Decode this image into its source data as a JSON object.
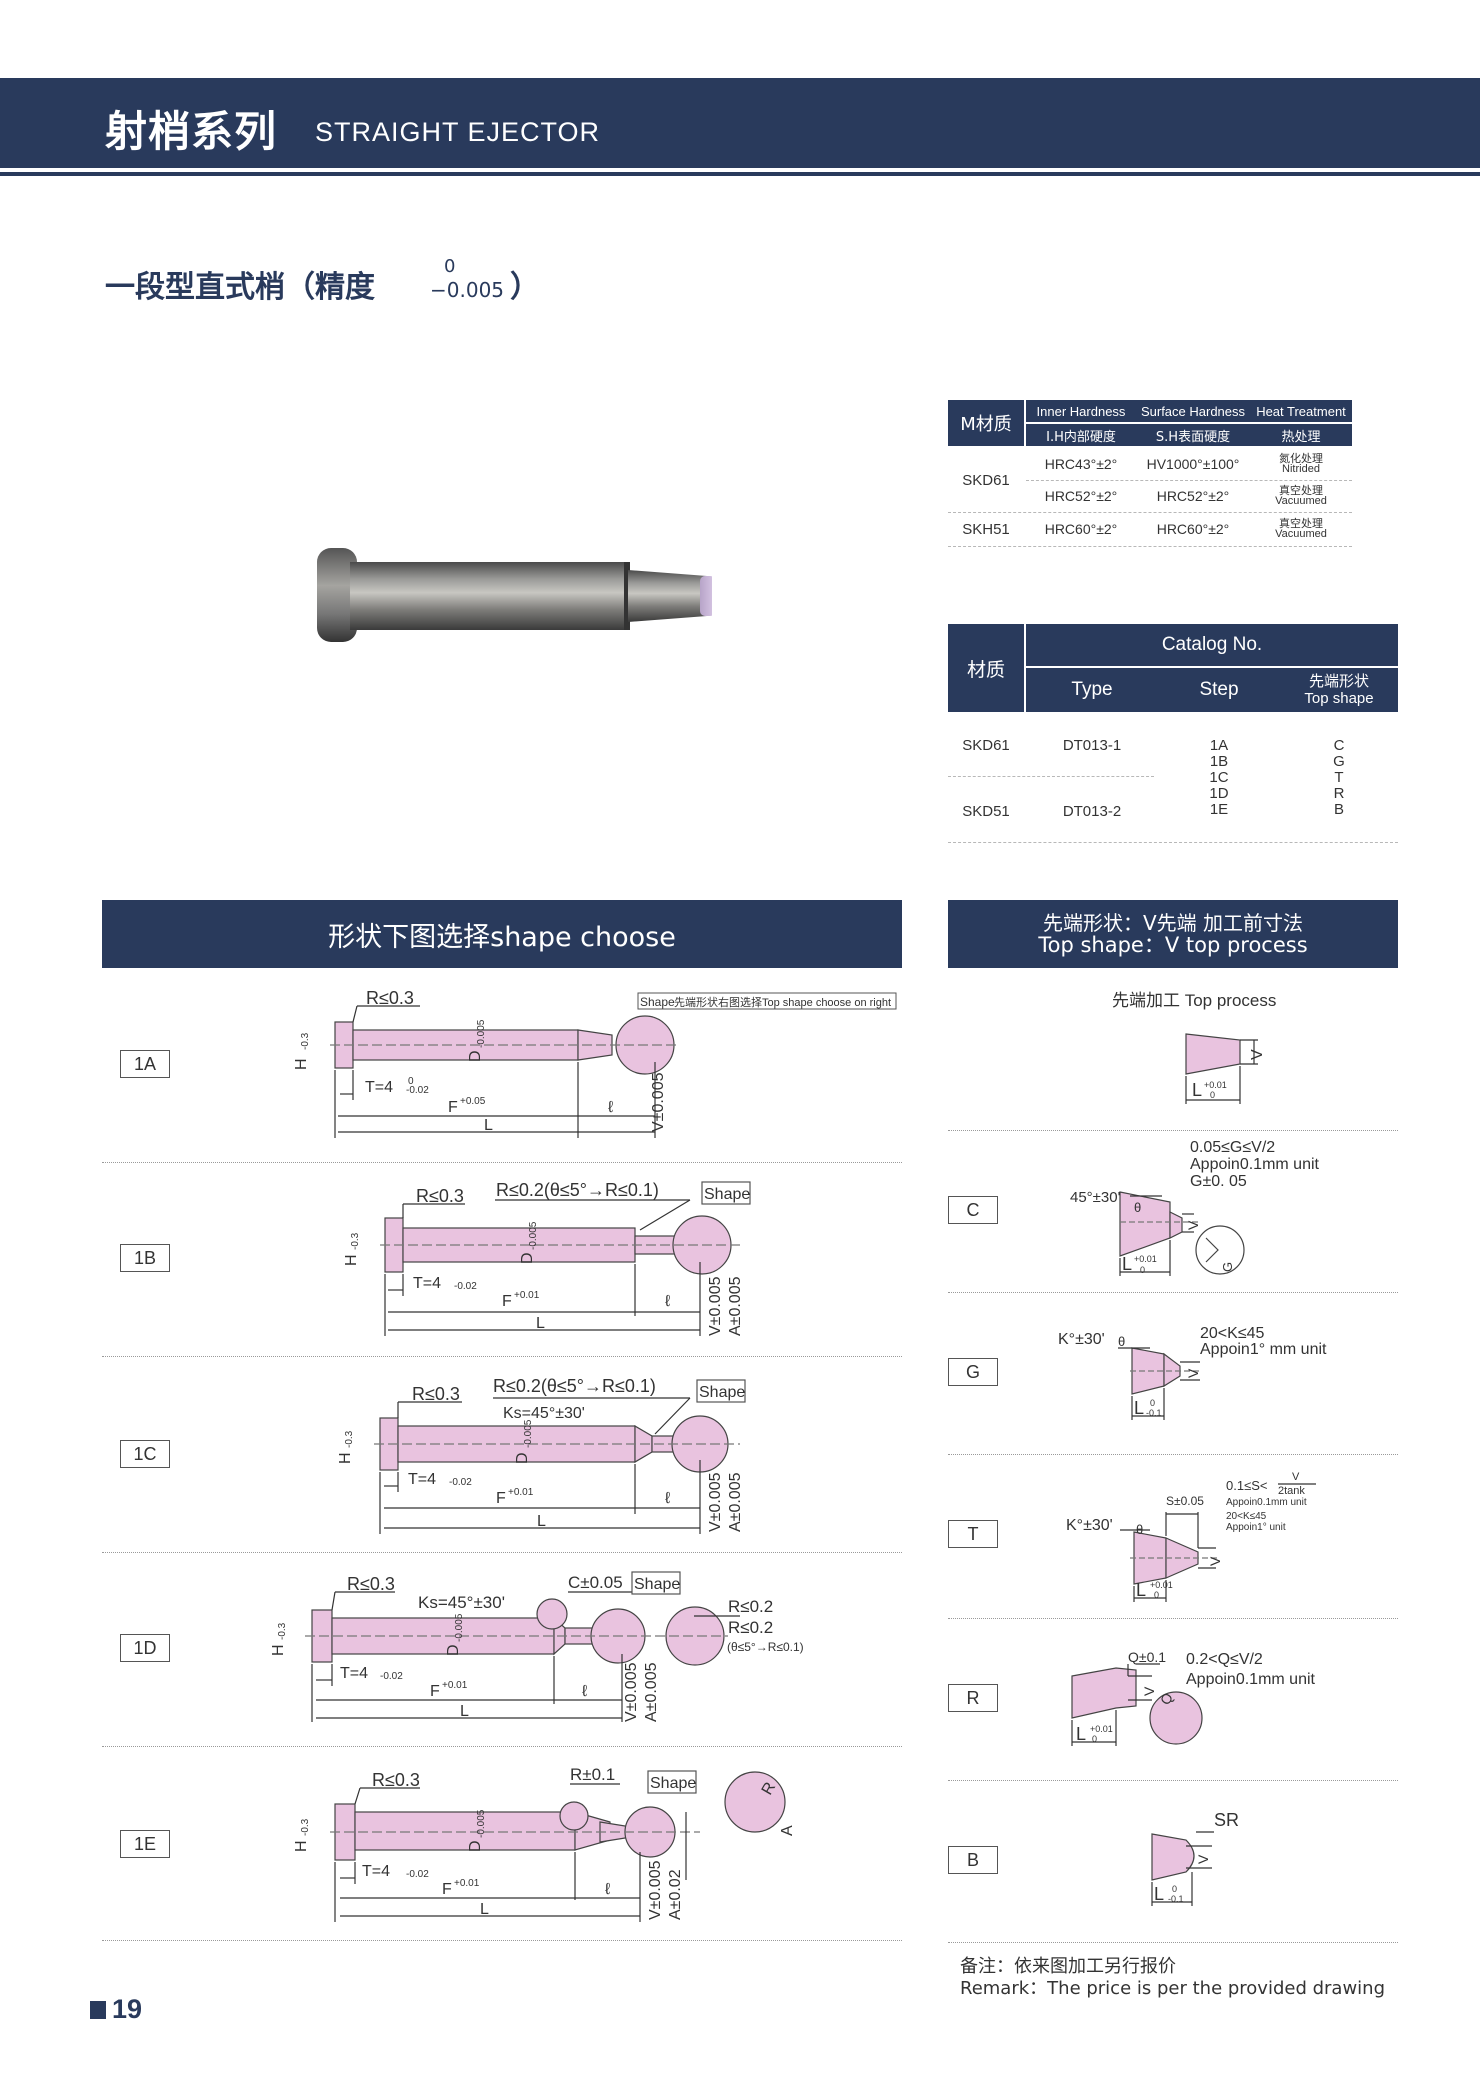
{
  "header": {
    "title_cn": "射梢系列",
    "title_en": "STRAIGHT EJECTOR"
  },
  "subtitle": {
    "text": "一段型直式梢（精度",
    "tol_upper": "0",
    "tol_lower": "−0.005",
    "close": "）"
  },
  "material_table": {
    "col_material": "M材质",
    "col_inner_en": "Inner Hardness",
    "col_inner_cn": "I.H内部硬度",
    "col_surface_en": "Surface Hardness",
    "col_surface_cn": "S.H表面硬度",
    "col_heat_en": "Heat Treatment",
    "col_heat_cn": "热处理",
    "rows": [
      {
        "material": "SKD61",
        "inner": "HRC43°±2°",
        "surface": "HV1000°±100°",
        "heat_cn": "氮化处理",
        "heat_en": "Nitrided"
      },
      {
        "material": "",
        "inner": "HRC52°±2°",
        "surface": "HRC52°±2°",
        "heat_cn": "真空处理",
        "heat_en": "Vacuumed"
      },
      {
        "material": "SKH51",
        "inner": "HRC60°±2°",
        "surface": "HRC60°±2°",
        "heat_cn": "真空处理",
        "heat_en": "Vacuumed"
      }
    ]
  },
  "catalog_table": {
    "col_material": "材质",
    "catalog_no": "Catalog No.",
    "col_type": "Type",
    "col_step": "Step",
    "col_top_cn": "先端形状",
    "col_top_en": "Top shape",
    "rows": [
      {
        "material": "SKD61",
        "type": "DT013-1"
      },
      {
        "material": "SKD51",
        "type": "DT013-2"
      }
    ],
    "steps": [
      "1A",
      "1B",
      "1C",
      "1D",
      "1E"
    ],
    "shapes": [
      "C",
      "G",
      "T",
      "R",
      "B"
    ]
  },
  "shape_section": {
    "title": "形状下图选择shape choose"
  },
  "top_section": {
    "title_cn": "先端形状：V先端 加工前寸法",
    "title_en": "Top shape：V top process"
  },
  "shape_labels": [
    "1A",
    "1B",
    "1C",
    "1D",
    "1E"
  ],
  "top_labels": [
    "C",
    "G",
    "T",
    "R",
    "B"
  ],
  "drawings": {
    "r03": "R≤0.3",
    "t_dim": "T=4",
    "t_tol": "-0.02",
    "t_tol_up": "0",
    "h_dim": "H",
    "h_tol": "-0.3",
    "d_dim": "D",
    "d_tol": "-0.005",
    "f_dim": "F",
    "f_tol_1a": "+0.05",
    "f_tol": "+0.01",
    "l_small": "ℓ",
    "l_big": "L",
    "v_tol": "V±0.005",
    "a_tol": "A±0.005",
    "a_tol_e": "A±0.02",
    "shape": "Shape",
    "shape_note_1a": "先端形状右图选择Top shape choose on right",
    "r02_rule": "R≤0.2(θ≤5°→R≤0.1)",
    "ks": "Ks=45°±30'",
    "c005": "C±0.05",
    "r_le_02": "R≤0.2",
    "theta_rule": "(θ≤5°→R≤0.1)",
    "r01": "R±0.1",
    "r_small": "R",
    "a_small": "A",
    "zero": "0"
  },
  "top_process": {
    "title": "先端加工 Top process",
    "v": "V",
    "l": "L",
    "l_tol": "+0.01",
    "l_tol_g": "-0.1",
    "zero": "0",
    "c_rule1": "0.05≤G≤V/2",
    "c_rule2": "Appoin0.1mm unit",
    "c_rule3": "G±0. 05",
    "c_angle": "45°±30'",
    "theta": "θ",
    "g": "G",
    "g_angle": "K°±30'",
    "g_rule1": "20<K≤45",
    "g_rule2": "Appoin1° mm unit",
    "t_s": "S±0.05",
    "t_rule1": "0.1≤S<",
    "t_rule_frac_top": "V",
    "t_rule_frac_bot": "2tank",
    "t_rule2": "Appoin0.1mm unit",
    "t_rule3": "20<K≤45",
    "t_rule4": "Appoin1° unit",
    "t_angle": "K°±30'",
    "r_q": "Q±0.1",
    "r_rule1": "0.2<Q≤V/2",
    "r_rule2": "Appoin0.1mm unit",
    "q": "Q",
    "b_sr": "SR"
  },
  "remark": {
    "cn": "备注：依来图加工另行报价",
    "en": "Remark：The price is per the provided drawing"
  },
  "page_number": "19"
}
